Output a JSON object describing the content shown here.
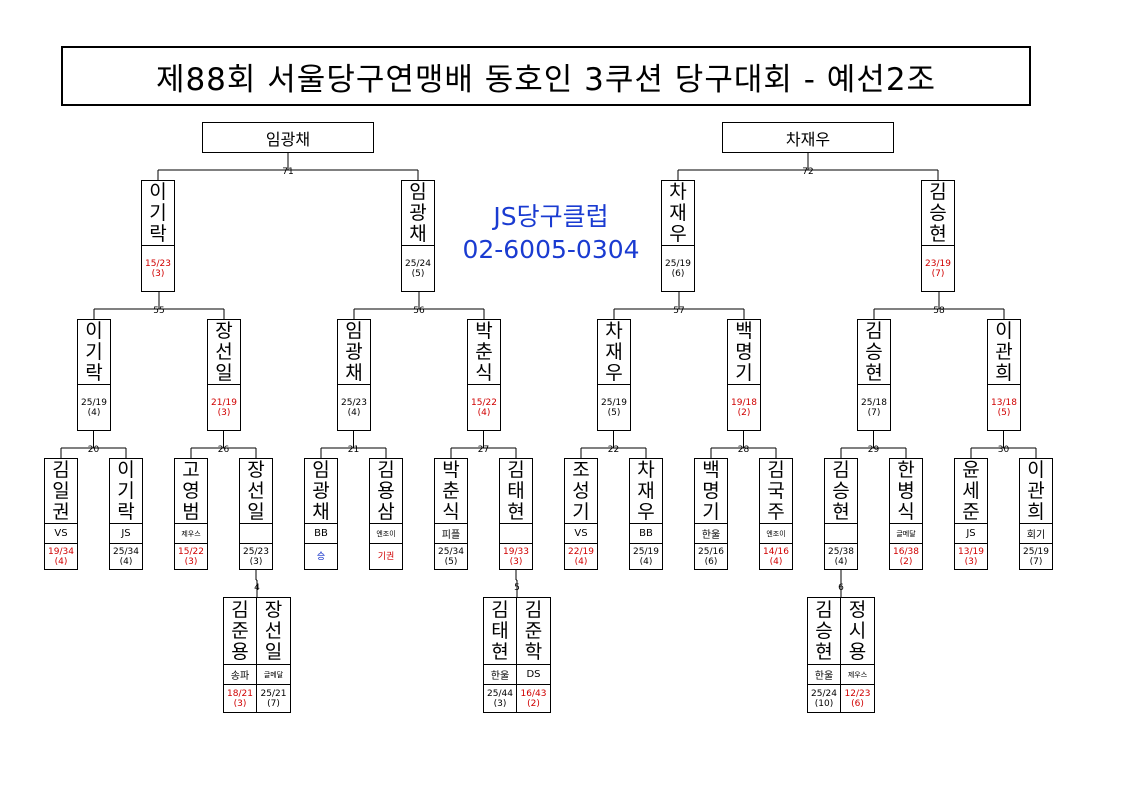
{
  "title": "제88회 서울당구연맹배 동호인 3쿠션 당구대회 - 예선2조",
  "club": {
    "name": "JS당구클럽",
    "phone": "02-6005-0304"
  },
  "left": {
    "champion": "임광채",
    "match": "71",
    "semis": [
      {
        "name": "이기락",
        "score": "15/23",
        "inn": "(3)",
        "red": true
      },
      {
        "name": "임광채",
        "score": "25/24",
        "inn": "(5)",
        "red": false
      }
    ],
    "qf_matches": [
      "55",
      "56"
    ],
    "qf": [
      {
        "name": "이기락",
        "score": "25/19",
        "inn": "(4)",
        "red": false
      },
      {
        "name": "장선일",
        "score": "21/19",
        "inn": "(3)",
        "red": true
      },
      {
        "name": "임광채",
        "score": "25/23",
        "inn": "(4)",
        "red": false
      },
      {
        "name": "박춘식",
        "score": "15/22",
        "inn": "(4)",
        "red": true
      }
    ],
    "r16_matches": [
      "20",
      "26",
      "21",
      "27"
    ],
    "r16": [
      {
        "name": "김일권",
        "club": "VS",
        "score": "19/34",
        "inn": "(4)",
        "red": true
      },
      {
        "name": "이기락",
        "club": "JS",
        "score": "25/34",
        "inn": "(4)",
        "red": false
      },
      {
        "name": "고영범",
        "club": "제우스",
        "score": "15/22",
        "inn": "(3)",
        "red": true
      },
      {
        "name": "장선일",
        "club": "",
        "score": "25/23",
        "inn": "(3)",
        "red": false
      },
      {
        "name": "임광채",
        "club": "BB",
        "score": "승",
        "inn": "",
        "red": false,
        "blue": true
      },
      {
        "name": "김용삼",
        "club": "엔조이",
        "score": "기권",
        "inn": "",
        "red": true
      },
      {
        "name": "박춘식",
        "club": "피플",
        "score": "25/34",
        "inn": "(5)",
        "red": false
      },
      {
        "name": "김태현",
        "club": "",
        "score": "19/33",
        "inn": "(3)",
        "red": true
      }
    ],
    "prelims": [
      {
        "match": "4",
        "players": [
          {
            "name": "김준용",
            "club": "송파",
            "score": "18/21",
            "inn": "(3)",
            "red": true
          },
          {
            "name": "장선일",
            "club": "글메달",
            "score": "25/21",
            "inn": "(7)",
            "red": false
          }
        ]
      },
      {
        "match": "5",
        "players": [
          {
            "name": "김태현",
            "club": "한울",
            "score": "25/44",
            "inn": "(3)",
            "red": false
          },
          {
            "name": "김준학",
            "club": "DS",
            "score": "16/43",
            "inn": "(2)",
            "red": true
          }
        ]
      }
    ]
  },
  "right": {
    "champion": "차재우",
    "match": "72",
    "semis": [
      {
        "name": "차재우",
        "score": "25/19",
        "inn": "(6)",
        "red": false
      },
      {
        "name": "김승현",
        "score": "23/19",
        "inn": "(7)",
        "red": true
      }
    ],
    "qf_matches": [
      "57",
      "58"
    ],
    "qf": [
      {
        "name": "차재우",
        "score": "25/19",
        "inn": "(5)",
        "red": false
      },
      {
        "name": "백명기",
        "score": "19/18",
        "inn": "(2)",
        "red": true
      },
      {
        "name": "김승현",
        "score": "25/18",
        "inn": "(7)",
        "red": false
      },
      {
        "name": "이관희",
        "score": "13/18",
        "inn": "(5)",
        "red": true
      }
    ],
    "r16_matches": [
      "22",
      "28",
      "29",
      "30"
    ],
    "r16": [
      {
        "name": "조성기",
        "club": "VS",
        "score": "22/19",
        "inn": "(4)",
        "red": true
      },
      {
        "name": "차재우",
        "club": "BB",
        "score": "25/19",
        "inn": "(4)",
        "red": false
      },
      {
        "name": "백명기",
        "club": "한울",
        "score": "25/16",
        "inn": "(6)",
        "red": false
      },
      {
        "name": "김국주",
        "club": "엔조이",
        "score": "14/16",
        "inn": "(4)",
        "red": true
      },
      {
        "name": "김승현",
        "club": "",
        "score": "25/38",
        "inn": "(4)",
        "red": false
      },
      {
        "name": "한병식",
        "club": "글메달",
        "score": "16/38",
        "inn": "(2)",
        "red": true
      },
      {
        "name": "윤세준",
        "club": "JS",
        "score": "13/19",
        "inn": "(3)",
        "red": true
      },
      {
        "name": "이관희",
        "club": "회기",
        "score": "25/19",
        "inn": "(7)",
        "red": false
      }
    ],
    "prelims": [
      {
        "match": "6",
        "players": [
          {
            "name": "김승현",
            "club": "한울",
            "score": "25/24",
            "inn": "(10)",
            "red": false
          },
          {
            "name": "정시용",
            "club": "제우스",
            "score": "12/23",
            "inn": "(6)",
            "red": true
          }
        ]
      }
    ]
  }
}
